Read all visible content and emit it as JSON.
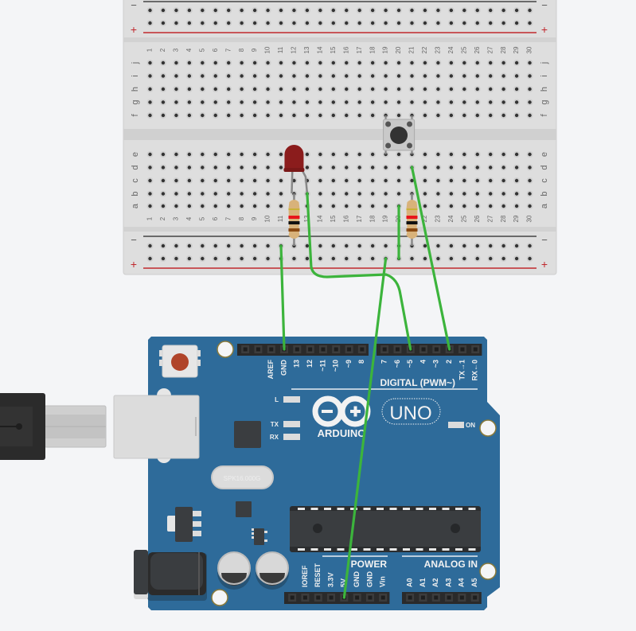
{
  "breadboard": {
    "columns": [
      "1",
      "2",
      "3",
      "4",
      "5",
      "6",
      "7",
      "8",
      "9",
      "10",
      "11",
      "12",
      "13",
      "14",
      "15",
      "16",
      "17",
      "18",
      "19",
      "20",
      "21",
      "22",
      "23",
      "24",
      "25",
      "26",
      "27",
      "28",
      "29",
      "30"
    ],
    "top_rows": [
      "j",
      "i",
      "h",
      "g",
      "f"
    ],
    "bottom_rows": [
      "e",
      "d",
      "c",
      "b",
      "a"
    ],
    "rail_minus": "−",
    "rail_plus": "+"
  },
  "components": {
    "led": {
      "name": "Red LED",
      "color": "#8b1c1c"
    },
    "resistor1": {
      "name": "Resistor",
      "bands": [
        "#c9b23a",
        "#e8141a",
        "#111111",
        "#8a4a12"
      ]
    },
    "resistor2": {
      "name": "Resistor",
      "bands": [
        "#c9b23a",
        "#e8141a",
        "#111111",
        "#8a4a12"
      ]
    },
    "pushbutton": {
      "name": "Pushbutton"
    }
  },
  "arduino": {
    "brand": "ARDUINO",
    "model": "UNO",
    "digital_label": "DIGITAL (PWM~)",
    "power_label": "POWER",
    "analog_label": "ANALOG IN",
    "on_label": "ON",
    "led_labels": [
      "L",
      "TX",
      "RX"
    ],
    "crystal_label": "SPK16.000G",
    "digital_pins_left": [
      "AREF",
      "GND",
      "13",
      "12",
      "~11",
      "~10",
      "~9",
      "8"
    ],
    "digital_pins_right": [
      "7",
      "~6",
      "~5",
      "4",
      "~3",
      "2",
      "TX→1",
      "RX←0"
    ],
    "power_pins": [
      "IOREF",
      "RESET",
      "3.3V",
      "5V",
      "GND",
      "GND",
      "Vin"
    ],
    "analog_pins": [
      "A0",
      "A1",
      "A2",
      "A3",
      "A4",
      "A5"
    ]
  },
  "wire_color": "#3cb43c",
  "board_color": "#2e6b9a"
}
